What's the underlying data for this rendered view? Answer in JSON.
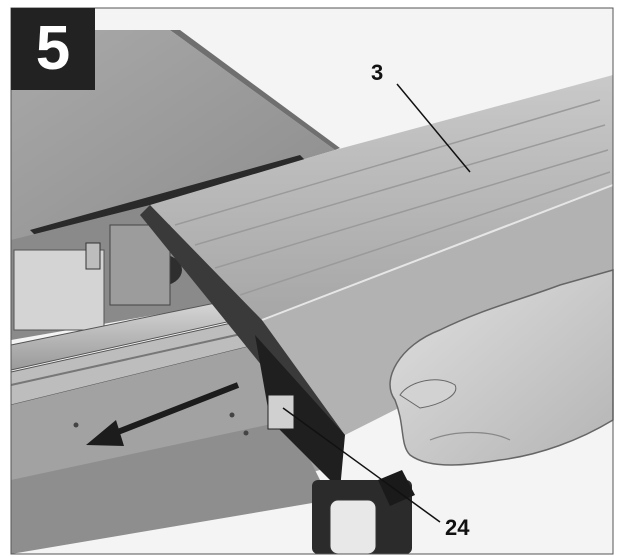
{
  "figure": {
    "step_number": "5",
    "callouts": [
      {
        "label": "3"
      },
      {
        "label": "24"
      }
    ]
  }
}
